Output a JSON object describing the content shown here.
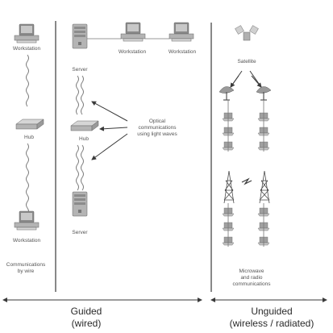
{
  "labels": {
    "workstation_top_left": "Workstation",
    "workstation_top_mid": "Workstation",
    "workstation_top_right": "Workstation",
    "workstation_bottom_left": "Workstation",
    "server_top": "Server",
    "server_bottom": "Server",
    "hub_left": "Hub",
    "hub_mid": "Hub",
    "satellite": "Satellite",
    "optical_1": "Optical",
    "optical_2": "communications",
    "optical_3": "using light waves",
    "wire_1": "Communications",
    "wire_2": "by wire",
    "micro_1": "Microwave",
    "micro_2": "and radio",
    "micro_3": "communications"
  },
  "captions": {
    "guided_1": "Guided",
    "guided_2": "(wired)",
    "unguided_1": "Unguided",
    "unguided_2": "(wireless / radiated)"
  },
  "icons": [
    "workstation-icon",
    "server-icon",
    "hub-icon",
    "satellite-icon",
    "dish-antenna-icon",
    "radio-tower-icon",
    "laptop-icon",
    "lightning-icon"
  ]
}
